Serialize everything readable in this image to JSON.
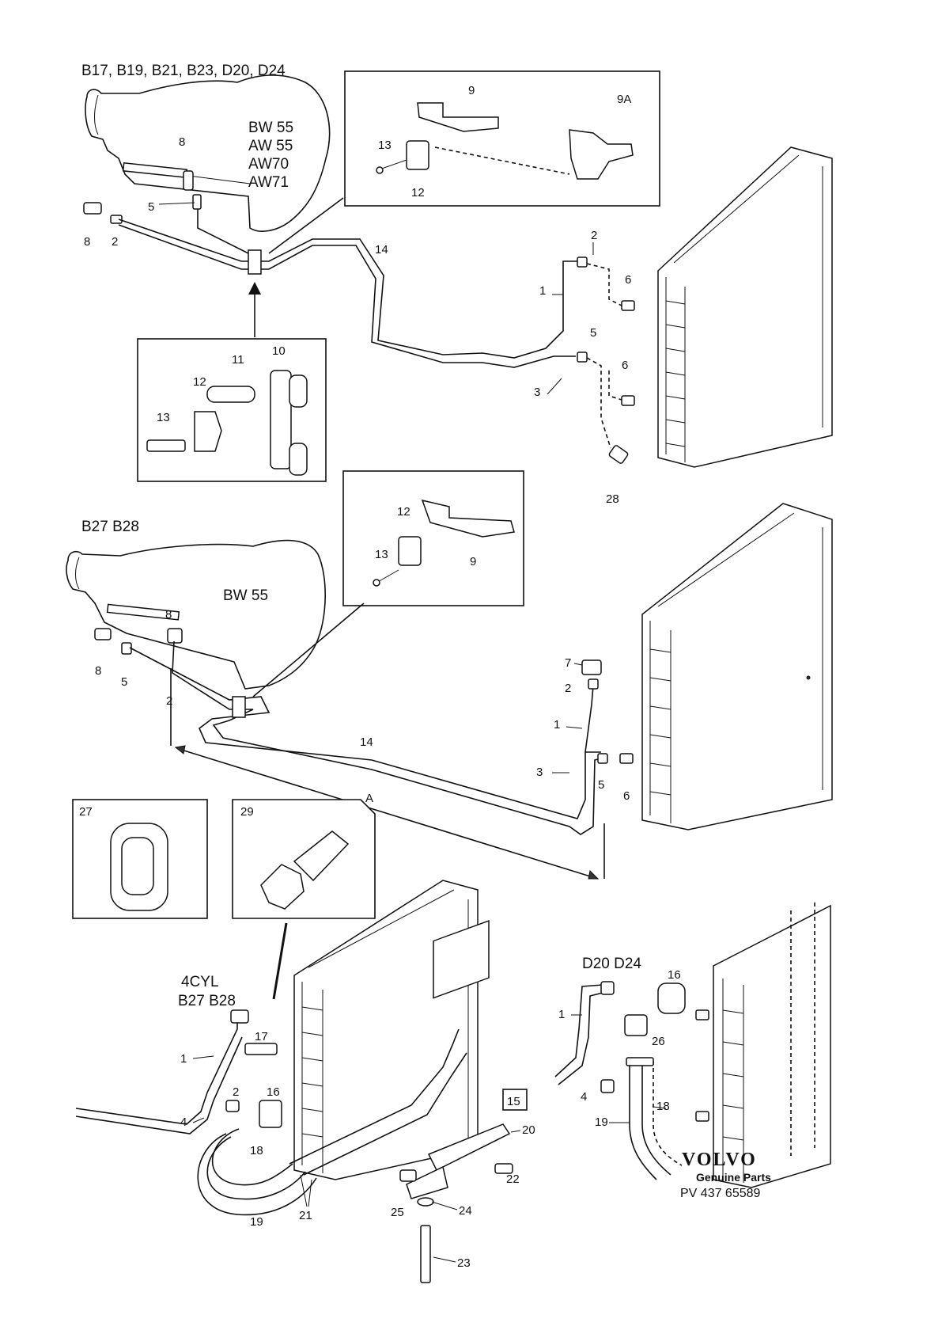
{
  "sections": {
    "top_engines": "B17, B19, B21, B23, D20, D24",
    "top_transmissions": [
      "BW 55",
      "AW 55",
      "AW70",
      "AW71"
    ],
    "middle_engines": "B27  B28",
    "middle_transmission": "BW 55",
    "bottom_left_engines_line1": "4CYL",
    "bottom_left_engines_line2": "B27  B28",
    "bottom_right_engines": "D20  D24"
  },
  "top_labels": {
    "n8a": "8",
    "n5": "5",
    "n8b": "8",
    "n2": "2",
    "n14": "14",
    "n2r": "2",
    "n1": "1",
    "n6a": "6",
    "n5r": "5",
    "n3": "3",
    "n6b": "6",
    "n28": "28"
  },
  "top_inset_bracket": {
    "n9": "9",
    "n9a": "9A",
    "n13": "13",
    "n12": "12"
  },
  "top_inset_clamp": {
    "n11": "11",
    "n10": "10",
    "n12": "12",
    "n13": "13"
  },
  "middle_labels": {
    "n8a": "8",
    "n8b": "8",
    "n5": "5",
    "n2": "2",
    "n14": "14",
    "nA": "A",
    "n7": "7",
    "n2r": "2",
    "n1": "1",
    "n3": "3",
    "n5r": "5",
    "n6": "6"
  },
  "middle_inset": {
    "n12": "12",
    "n13": "13",
    "n9": "9"
  },
  "bottom_insets": {
    "n27": "27",
    "n29": "29"
  },
  "bottom_left_labels": {
    "n1": "1",
    "n17": "17",
    "n2": "2",
    "n16": "16",
    "n4": "4",
    "n18": "18",
    "n19": "19",
    "n21": "21",
    "n15": "15",
    "n20": "20",
    "n22": "22",
    "n25": "25",
    "n24": "24",
    "n23": "23"
  },
  "bottom_right_labels": {
    "n16": "16",
    "n1": "1",
    "n26": "26",
    "n4": "4",
    "n19": "19",
    "n18": "18"
  },
  "footer": {
    "brand": "VOLVO",
    "subtitle": "Genuine Parts",
    "part_number": "PV 437 65589"
  }
}
